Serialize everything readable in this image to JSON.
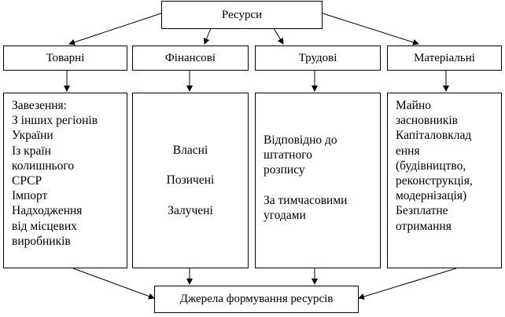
{
  "root": {
    "label": "Ресурси"
  },
  "categories": [
    {
      "id": "goods",
      "label": "Товарні"
    },
    {
      "id": "financial",
      "label": "Фінансові"
    },
    {
      "id": "labor",
      "label": "Трудові"
    },
    {
      "id": "material",
      "label": "Матеріальні"
    }
  ],
  "details": {
    "goods": [
      "Завезення:",
      "З інших регіонів",
      "України",
      "Із країн",
      "колишнього",
      "СРСР",
      "Імпорт",
      "Надходження",
      "від місцевих",
      "виробників"
    ],
    "financial": [
      "Власні",
      "Позичені",
      "Залучені"
    ],
    "labor": [
      "Відповідно до",
      "штатного",
      "розпису",
      "За тимчасовими",
      "угодами"
    ],
    "material": [
      "Майно",
      "засновників",
      "Капіталовклад",
      "ення",
      "(будівництво,",
      "реконструкція,",
      "модернізація)",
      "Безплатне",
      "отримання"
    ]
  },
  "sink": {
    "label": "Джерела формування ресурсів"
  }
}
